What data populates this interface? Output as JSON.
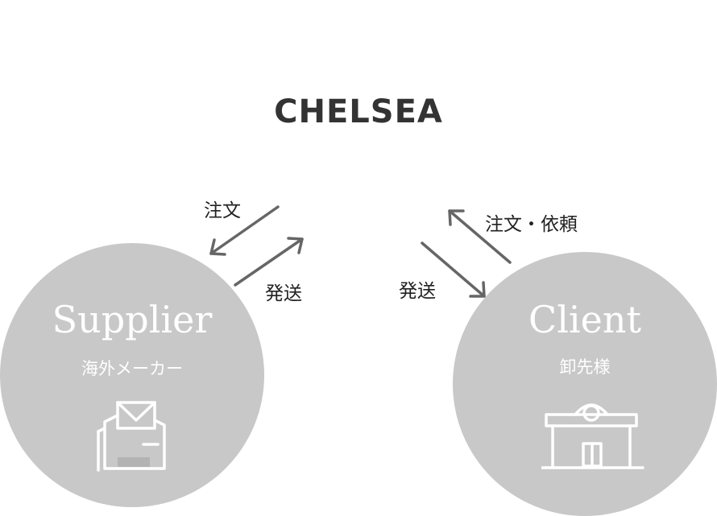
{
  "title": "CHELSEA",
  "supplier": {
    "name": "Supplier",
    "subtitle": "海外メーカー",
    "icon": "shirt-icon"
  },
  "client": {
    "name": "Client",
    "subtitle": "卸先様",
    "icon": "store-icon"
  },
  "labels": {
    "supplier_order": "注文",
    "supplier_ship": "発送",
    "client_ship": "発送",
    "client_order": "注文・依頼"
  },
  "colors": {
    "circle": "#c8c8c8",
    "arrow": "#666666",
    "title": "#333333"
  }
}
